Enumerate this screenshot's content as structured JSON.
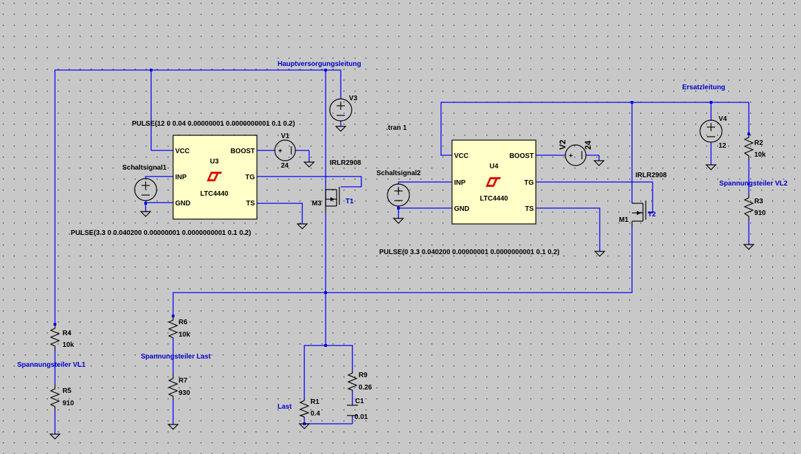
{
  "net_labels": {
    "main_supply": "Hauptversorgungsleitung",
    "backup": "Ersatzleitung",
    "divider_vl1": "Spannungsteiler VL1",
    "divider_vl2": "Spannungsteiler VL2",
    "divider_load": "Spannungsteiler Last",
    "load": "Last"
  },
  "directives": {
    "tran": ".tran 1"
  },
  "ics": {
    "u3": {
      "ref": "U3",
      "part": "LTC4440",
      "pins": {
        "vcc": "VCC",
        "inp": "INP",
        "gnd": "GND",
        "boost": "BOOST",
        "tg": "TG",
        "ts": "TS"
      }
    },
    "u4": {
      "ref": "U4",
      "part": "LTC4440",
      "pins": {
        "vcc": "VCC",
        "inp": "INP",
        "gnd": "GND",
        "boost": "BOOST",
        "tg": "TG",
        "ts": "TS"
      }
    }
  },
  "sources": {
    "v1": {
      "ref": "V1",
      "value": "24"
    },
    "v2": {
      "ref": "V2",
      "value": "24"
    },
    "v3": {
      "ref": "V3"
    },
    "v4": {
      "ref": "V4",
      "value": "12"
    },
    "s1": {
      "ref": "Schaltsignal1",
      "value": "PULSE(3.3 0 0.040200 0.00000001 0.0000000001 0.1 0.2)"
    },
    "s2": {
      "ref": "Schaltsignal2",
      "value": "PULSE(0 3.3 0.040200 0.00000001 0.0000000001 0.1 0.2)"
    },
    "v3_pulse": "PULSE(12 0 0.04 0.00000001 0.0000000001 0.1 0.2)"
  },
  "mosfets": {
    "m3": {
      "ref": "M3",
      "part": "IRLR2908",
      "label": "T1"
    },
    "m1": {
      "ref": "M1",
      "part": "IRLR2908",
      "label": "T2"
    }
  },
  "resistors": {
    "r1": {
      "ref": "R1",
      "value": "0.4"
    },
    "r2": {
      "ref": "R2",
      "value": "10k"
    },
    "r3": {
      "ref": "R3",
      "value": "910"
    },
    "r4": {
      "ref": "R4",
      "value": "10k"
    },
    "r5": {
      "ref": "R5",
      "value": "910"
    },
    "r6": {
      "ref": "R6",
      "value": "10k"
    },
    "r7": {
      "ref": "R7",
      "value": "930"
    },
    "r9": {
      "ref": "R9",
      "value": "0.26"
    }
  },
  "capacitors": {
    "c1": {
      "ref": "C1",
      "value": "0.01"
    }
  },
  "colors": {
    "background": "#c8c8c8",
    "wire": "#0000ff",
    "ic_fill": "#ffffc8",
    "logo": "#e00000",
    "grid_dot": "#404040"
  }
}
